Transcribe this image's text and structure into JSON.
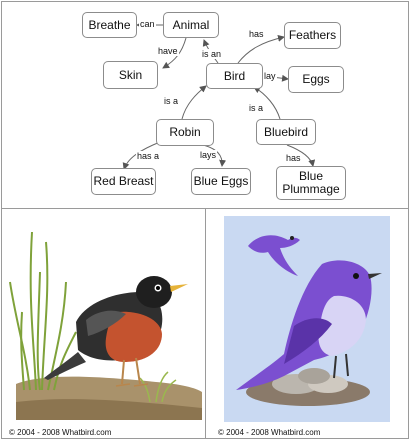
{
  "concept_map": {
    "nodes": {
      "breathe": "Breathe",
      "animal": "Animal",
      "feathers": "Feathers",
      "skin": "Skin",
      "bird": "Bird",
      "eggs": "Eggs",
      "robin": "Robin",
      "bluebird": "Bluebird",
      "red_breast": "Red Breast",
      "blue_eggs": "Blue Eggs",
      "blue_plummage": "Blue\nPlummage"
    },
    "edges": {
      "animal_breathe": "can",
      "animal_skin": "have",
      "bird_animal": "is an",
      "bird_feathers": "has",
      "bird_eggs": "lay",
      "robin_bird": "is a",
      "bluebird_bird": "is a",
      "robin_redbreast": "has a",
      "robin_blueeggs": "lays",
      "bluebird_plummage": "has"
    }
  },
  "panels": {
    "robin_credit": "© 2004 - 2008 Whatbird.com",
    "bluebird_credit": "© 2004 - 2008 Whatbird.com"
  },
  "colors": {
    "robin_breast": "#c4532f",
    "bluebird_body": "#7b4fd0",
    "bluebird_bg": "#c9d9f2"
  }
}
